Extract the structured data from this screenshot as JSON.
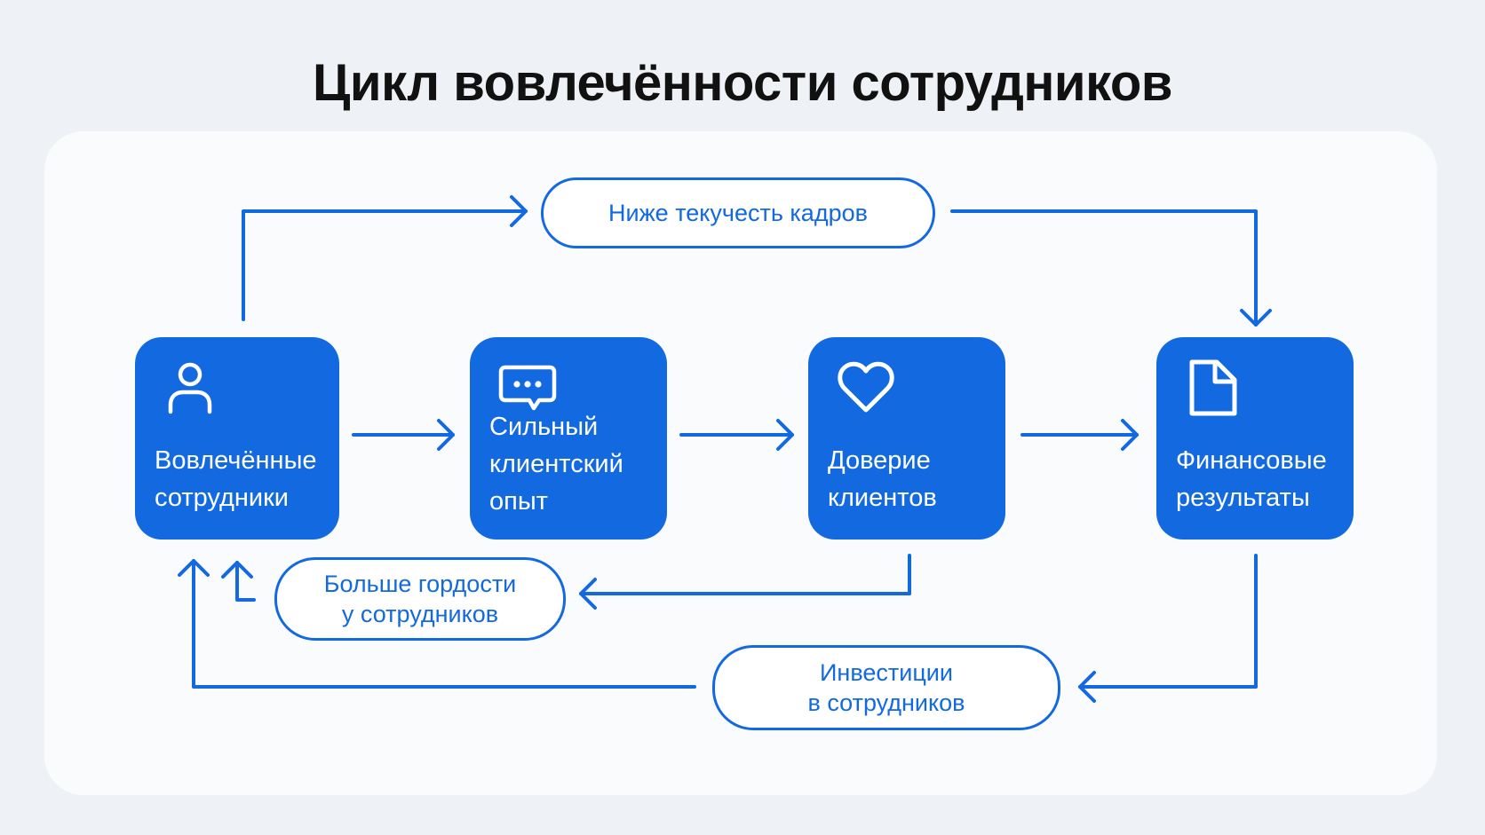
{
  "title": "Цикл вовлечённости сотрудников",
  "nodes": [
    {
      "label": "Вовлечённые\nсотрудники",
      "icon": "user-icon"
    },
    {
      "label": "Сильный\nклиентский\nопыт",
      "icon": "chat-bubble-icon"
    },
    {
      "label": "Доверие\nклиентов",
      "icon": "heart-icon"
    },
    {
      "label": "Финансовые\nрезультаты",
      "icon": "document-icon"
    }
  ],
  "pills": [
    {
      "label": "Ниже текучесть кадров"
    },
    {
      "label": "Больше гордости\nу сотрудников"
    },
    {
      "label": "Инвестиции\nв сотрудников"
    }
  ],
  "colors": {
    "accent": "#1269e0",
    "background": "#eef1f5",
    "panel": "#fafbfc",
    "title": "#111111"
  }
}
